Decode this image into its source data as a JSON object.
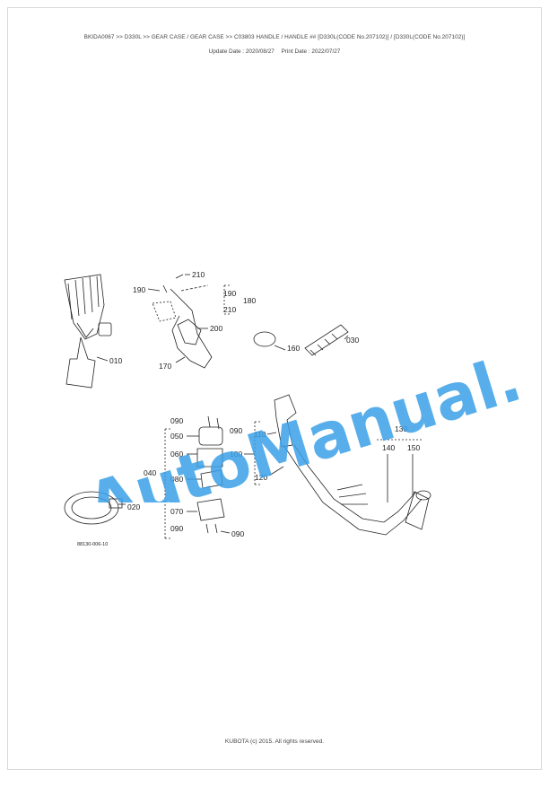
{
  "header": {
    "breadcrumb": "BKIDA0067 >> D330L >> GEAR CASE / GEAR CASE >> C03803   HANDLE / HANDLE ## [D330L(CODE No.207102)] / [D330L(CODE No.207102)]",
    "update_date": "Update Date : 2020/08/27",
    "print_date": "Print Date : 2022/07/27"
  },
  "callouts": {
    "c010": "010",
    "c020": "020",
    "c030": "030",
    "c040": "040",
    "c050": "050",
    "c060": "060",
    "c070": "070",
    "c080": "080",
    "c090a": "090",
    "c090b": "090",
    "c090c": "090",
    "c090d": "090",
    "c100": "100",
    "c110": "110",
    "c120": "120",
    "c130": "130",
    "c140": "140",
    "c150": "150",
    "c160": "160",
    "c170": "170",
    "c180": "180",
    "c190a": "190",
    "c190b": "190",
    "c200": "200",
    "c210a": "210",
    "c210b": "210"
  },
  "figure_code": "88130-006-10",
  "watermark": "AutoManual.net",
  "footer": "KUBOTA (c) 2015. All rights reserved.",
  "colors": {
    "watermark": "#3aa0e6",
    "line": "#222222"
  }
}
